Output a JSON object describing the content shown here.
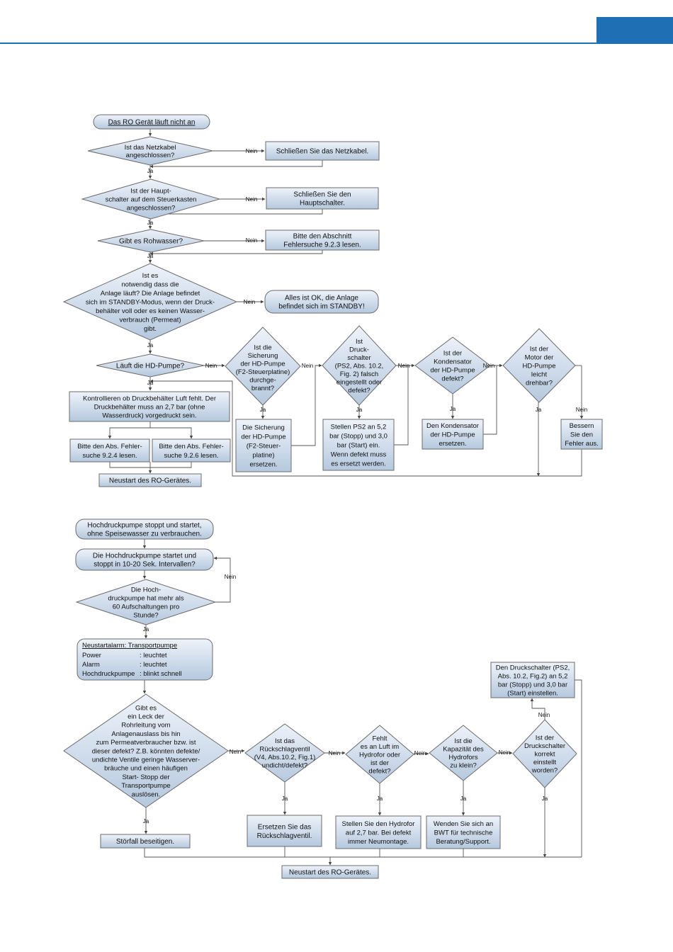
{
  "colors": {
    "accent": "#1f6fb5",
    "box_fill_top": "#eef3fa",
    "box_fill_bottom": "#b5c8de",
    "stroke": "#5a5a5a"
  },
  "labels": {
    "yes": "Ja",
    "no": "Nein"
  },
  "flow1": {
    "start": "Das RO Gerät läuft nicht an",
    "q_power_cable": [
      "Ist das Netzkabel",
      "angeschlossen?"
    ],
    "a_power_cable": "Schließen Sie das Netzkabel.",
    "q_main_switch": [
      "Ist der Haupt-",
      "schalter auf dem Steuerkasten",
      "angeschlossen?"
    ],
    "a_main_switch": [
      "Schließen Sie den",
      "Hauptschalter."
    ],
    "q_raw_water": "Gibt es Rohwasser?",
    "a_raw_water": [
      "Bitte den Abschnitt",
      "Fehlersuche 9.2.3 lesen."
    ],
    "q_needed": [
      "Ist es",
      "notwendig dass die",
      "Anlage läuft? Die Anlage befindet",
      "sich im STANDBY-Modus, wenn der Druck-",
      "behälter voll oder es keinen Wasser-",
      "verbrauch (Permeat)",
      "gibt."
    ],
    "a_needed": [
      "Alles ist OK, die Anlage",
      "befindet sich im STANDBY!"
    ],
    "q_pump_runs": "Läuft die HD-Pumpe?",
    "q_fuse": [
      "Ist die",
      "Sicherung",
      "der HD-Pumpe",
      "(F2-Steuerplatine)",
      "durchge-",
      "brannt?"
    ],
    "a_fuse": [
      "Die Sicherung",
      "der HD-Pumpe",
      "(F2-Steuer-",
      "platine)",
      "ersetzen."
    ],
    "q_pressure_switch": [
      "Ist",
      "Druck-",
      "schalter",
      "(PS2, Abs. 10.2,",
      "Fig. 2) falsch",
      "eingestellt oder",
      "defekt?"
    ],
    "a_pressure_switch": [
      "Stellen PS2 an 5,2",
      "bar (Stopp) und 3,0",
      "bar (Start) ein.",
      "Wenn defekt muss",
      "es ersetzt werden."
    ],
    "q_capacitor": [
      "Ist der",
      "Kondensator",
      "der HD-Pumpe",
      "defekt?"
    ],
    "a_capacitor": [
      "Den Kondensator",
      "der HD-Pumpe",
      "ersetzen."
    ],
    "q_motor": [
      "Ist der",
      "Motor der",
      "HD-Pumpe",
      "leicht",
      "drehbar?"
    ],
    "a_motor": [
      "Bessern",
      "Sie den",
      "Fehler aus."
    ],
    "check_tank": [
      "Kontrollieren ob Druckbehälter Luft fehlt. Der",
      "Druckbehälter muss an 2,7 bar (ohne",
      "Wasserdruck) vorgedruckt sein."
    ],
    "read_924": [
      "Bitte den Abs. Fehler-",
      "suche 9.2.4 lesen."
    ],
    "read_926": [
      "Bitte den Abs. Fehler-",
      "suche 9.2.6 lesen."
    ],
    "restart": "Neustart des RO-Gerätes."
  },
  "flow2": {
    "start": [
      "Hochdruckpumpe stoppt und startet,",
      "ohne Speisewasser zu verbrauchen."
    ],
    "interval": [
      "Die Hochdruckpumpe startet und",
      "stoppt in 10-20 Sek. Intervallen?"
    ],
    "q_switchons": [
      "Die Hoch-",
      "druckpumpe hat mehr als",
      "60 Aufschaltungen pro",
      "Stunde?"
    ],
    "alarm_title": "Neustartalarm: Transportpumpe",
    "alarm_rows": [
      {
        "name": "Power",
        "state": ": leuchtet"
      },
      {
        "name": "Alarm",
        "state": ": leuchtet"
      },
      {
        "name": "Hochdruckpumpe",
        "state": ": blinkt schnell"
      }
    ],
    "q_leak": [
      "Gibt es",
      "ein Leck der",
      "Rohrleitung vom",
      "Anlagenauslass bis hin",
      "zum Permeatverbraucher bzw. ist",
      "dieser defekt? Z.B. könnten defekte/",
      "undichte Ventile geringe Wasserver-",
      "bräuche und einen häufigen",
      "Start- Stopp der",
      "Transportpumpe",
      "auslösen."
    ],
    "a_leak": "Störfall beseitigen.",
    "q_check_valve": [
      "Ist das",
      "Rückschlagventil",
      "(V4, Abs.10.2, Fig.1)",
      "undicht/defekt?"
    ],
    "a_check_valve": [
      "Ersetzen Sie das",
      "Rückschlagventil."
    ],
    "q_hydrofor_air": [
      "Fehlt",
      "es an Luft im",
      "Hydrofor oder",
      "ist der",
      "defekt?"
    ],
    "a_hydrofor_air": [
      "Stellen Sie den Hydrofor",
      "auf 2,7 bar. Bei defekt",
      "immer Neumontage."
    ],
    "q_capacity": [
      "Ist die",
      "Kapazität des",
      "Hydrofors",
      "zu klein?"
    ],
    "a_capacity": [
      "Wenden Sie sich an",
      "BWT für technische",
      "Beratung/Support."
    ],
    "q_switch_set": [
      "Ist der",
      "Druckschalter",
      "korrekt",
      "einstellt",
      "worden?"
    ],
    "a_switch_set": [
      "Den Druckschalter (PS2,",
      "Abs. 10.2, Fig.2) an 5,2",
      "bar (Stopp) und 3,0 bar",
      "(Start) einstellen."
    ],
    "restart": "Neustart des RO-Gerätes."
  }
}
